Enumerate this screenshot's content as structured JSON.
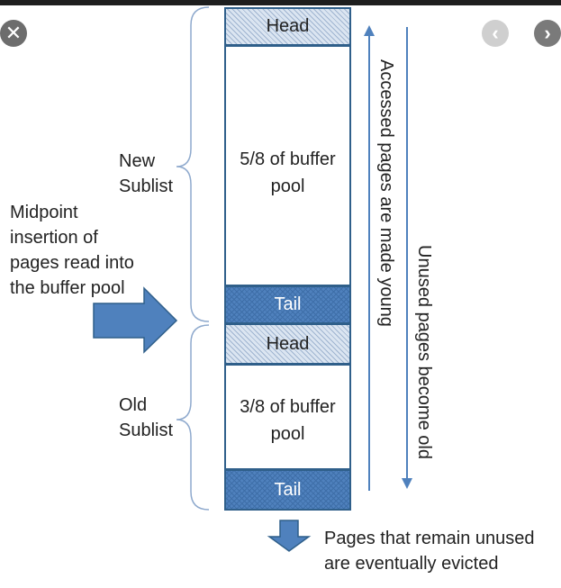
{
  "viewer": {
    "close_glyph": "✕",
    "prev_glyph": "‹",
    "next_glyph": "›"
  },
  "diagram": {
    "new_sublist": {
      "line1": "New",
      "line2": "Sublist"
    },
    "old_sublist": {
      "line1": "Old",
      "line2": "Sublist"
    },
    "midpoint": {
      "lines": [
        "Midpoint",
        "insertion of",
        "pages read into",
        "the buffer pool"
      ]
    },
    "new_head": "Head",
    "new_body": {
      "line1": "5/8 of buffer",
      "line2": "pool"
    },
    "new_tail": "Tail",
    "old_head": "Head",
    "old_body": {
      "line1": "3/8 of buffer",
      "line2": "pool"
    },
    "old_tail": "Tail",
    "young_arrow_text": "Accessed pages are made young",
    "old_arrow_text": "Unused pages become old",
    "evicted": {
      "line1": "Pages that remain unused",
      "line2": "are eventually evicted"
    },
    "colors": {
      "arrow_fill": "#4f81bd",
      "arrow_stroke": "#2f5f8a",
      "tail_fill": "#4f81bd",
      "head_fill": "#dbe5f1",
      "brace": "#8ea9cd"
    }
  }
}
